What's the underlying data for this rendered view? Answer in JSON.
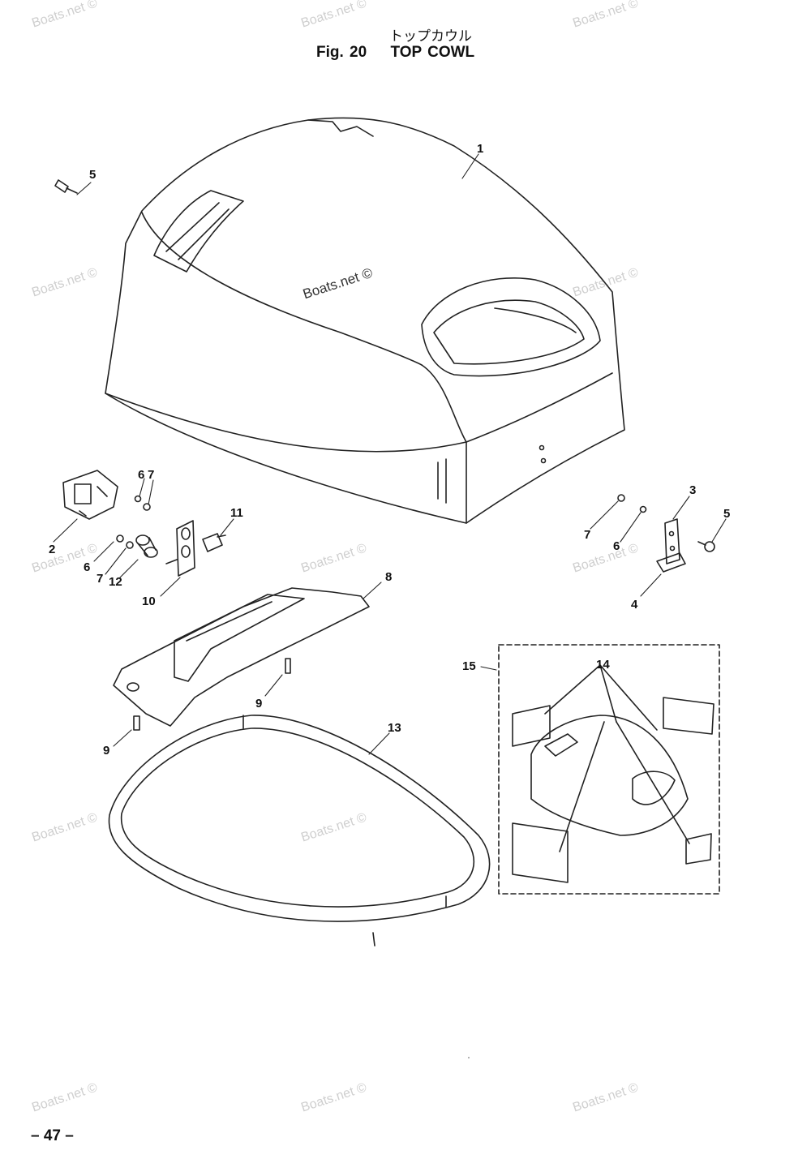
{
  "header": {
    "title_jp": "トップカウル",
    "fig_label": "Fig. 20",
    "title": "TOP COWL"
  },
  "watermarks": [
    "Boats.net ©",
    "Boats.net ©",
    "Boats.net ©",
    "Boats.net ©",
    "Boats.net ©",
    "Boats.net ©",
    "Boats.net ©",
    "Boats.net ©",
    "Boats.net ©",
    "Boats.net ©",
    "Boats.net ©",
    "Boats.net ©",
    "Boats.net ©",
    "Boats.net ©"
  ],
  "callouts": {
    "c1": "1",
    "c2": "2",
    "c3": "3",
    "c4": "4",
    "c5a": "5",
    "c5b": "5",
    "c6a": "6",
    "c6b": "6",
    "c6c": "6",
    "c7a": "7",
    "c7b": "7",
    "c7c": "7",
    "c8": "8",
    "c9a": "9",
    "c9b": "9",
    "c10": "10",
    "c11": "11",
    "c12": "12",
    "c13": "13",
    "c14": "14",
    "c15": "15"
  },
  "footer": {
    "page_number": "– 47 –"
  }
}
